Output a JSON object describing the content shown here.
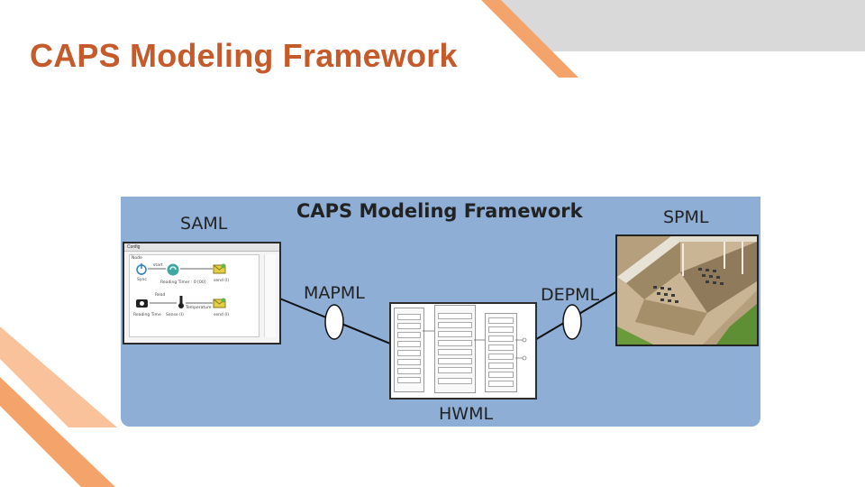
{
  "slide": {
    "title": "CAPS Modeling Framework"
  },
  "colors": {
    "accent_orange": "#f4a46b",
    "title_color": "#c55a2b",
    "figure_bg": "#8eaed6",
    "header_bar": "#d9d9d9"
  },
  "figure": {
    "title": "CAPS Modeling Framework",
    "labels": {
      "saml": "SAML",
      "spml": "SPML",
      "mapml": "MAPML",
      "depml": "DEPML",
      "hwml": "HWML"
    },
    "saml_window": {
      "window_title": "Config",
      "node_title": "Node",
      "nodes": [
        {
          "label": "start",
          "icon": "power-icon"
        },
        {
          "label": "Sync",
          "icon": "sync-icon"
        },
        {
          "label": "Reading Timer : 0 [00]",
          "icon": "timer-icon"
        },
        {
          "label": "send (I)",
          "icon": "envelope-icon"
        },
        {
          "label": "Read",
          "icon": "camera-icon"
        },
        {
          "label": "Reading Time",
          "icon": "camera-icon"
        },
        {
          "label": "Temperature",
          "icon": "thermometer-icon"
        },
        {
          "label": "Sense (I)",
          "icon": "thermometer-icon"
        },
        {
          "label": "send (I)",
          "icon": "envelope-icon"
        }
      ]
    }
  }
}
